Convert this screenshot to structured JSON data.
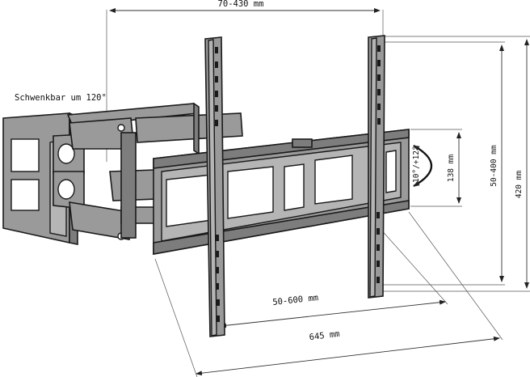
{
  "labels": {
    "swivel": "Schwenkbar um 120°",
    "width_top": "70-430 mm",
    "vesa_h": "50-400 mm",
    "height_total": "420 mm",
    "tilt_travel": "138 mm",
    "tilt_angle": "-10°/+12°",
    "vesa_w": "50-600 mm",
    "width_total": "645 mm"
  },
  "colors": {
    "metal": "#9a9a9a",
    "outline": "#1a1a1a",
    "dimension": "#333333"
  },
  "icons": {
    "tilt": "curved-double-arrow-icon"
  }
}
